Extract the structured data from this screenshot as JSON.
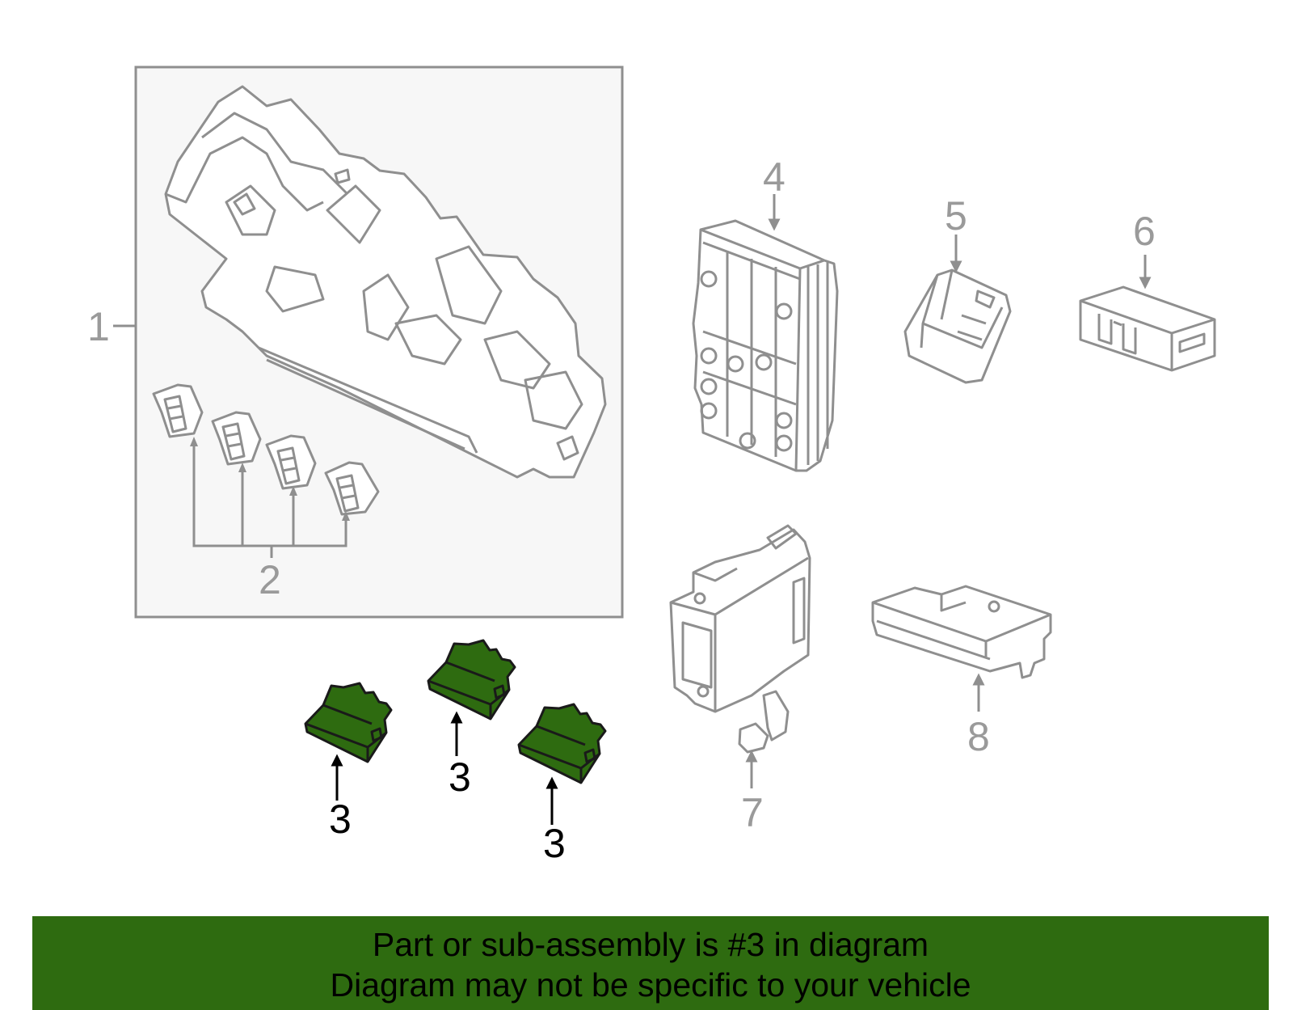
{
  "diagram": {
    "callouts": [
      {
        "id": "1",
        "text": "1"
      },
      {
        "id": "2",
        "text": "2"
      },
      {
        "id": "3a",
        "text": "3"
      },
      {
        "id": "3b",
        "text": "3"
      },
      {
        "id": "3c",
        "text": "3"
      },
      {
        "id": "4",
        "text": "4"
      },
      {
        "id": "5",
        "text": "5"
      },
      {
        "id": "6",
        "text": "6"
      },
      {
        "id": "7",
        "text": "7"
      },
      {
        "id": "8",
        "text": "8"
      }
    ],
    "highlight_color": "#2e6b10",
    "line_color": "#8f8f8f",
    "panel_color": "#f7f7f7"
  },
  "banner": {
    "line1": "Part or sub-assembly is #3 in diagram",
    "line2": "Diagram may not be specific to your vehicle"
  }
}
